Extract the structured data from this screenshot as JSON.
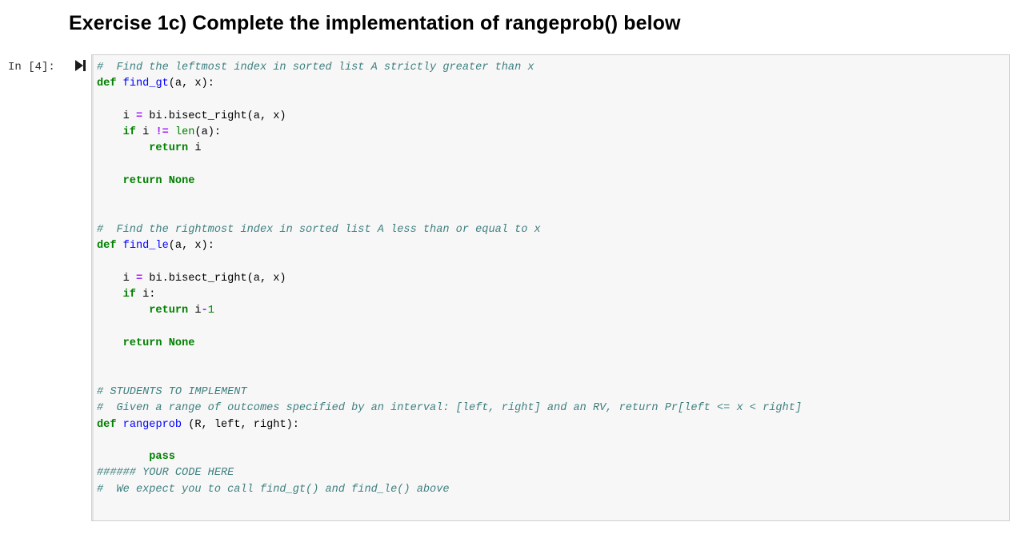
{
  "heading": {
    "text": "Exercise 1c) Complete the implementation of rangeprob() below"
  },
  "cell": {
    "prompt": "In [4]:",
    "run_icon": "step-forward-icon",
    "background": "#f7f7f7",
    "border_color": "#cfcfcf"
  },
  "colors": {
    "comment": "#408080",
    "keyword": "#008000",
    "function_name": "#0000ff",
    "operator": "#aa22ff",
    "number": "#008000",
    "text": "#000000",
    "heading": "#000000"
  },
  "code": {
    "language": "python",
    "raw": "#  Find the leftmost index in sorted list A strictly greater than x\ndef find_gt(a, x):\n\n    i = bi.bisect_right(a, x)\n    if i != len(a):\n        return i\n\n    return None\n\n\n#  Find the rightmost index in sorted list A less than or equal to x\ndef find_le(a, x):\n\n    i = bi.bisect_right(a, x)\n    if i:\n        return i-1\n\n    return None\n\n\n# STUDENTS TO IMPLEMENT\n#  Given a range of outcomes specified by an interval: [left, right] and an RV, return Pr[left <= x < right]\ndef rangeprob (R, left, right):\n\n        pass\n###### YOUR CODE HERE\n#  We expect you to call find_gt() and find_le() above",
    "lines": [
      {
        "tokens": [
          {
            "t": "#  Find the leftmost index in sorted list A strictly greater than x",
            "c": "comment"
          }
        ]
      },
      {
        "tokens": [
          {
            "t": "def",
            "c": "keyword"
          },
          {
            "t": " ",
            "c": "plain"
          },
          {
            "t": "find_gt",
            "c": "funcname"
          },
          {
            "t": "(a, x):",
            "c": "plain"
          }
        ]
      },
      {
        "tokens": []
      },
      {
        "tokens": [
          {
            "t": "    i ",
            "c": "plain"
          },
          {
            "t": "=",
            "c": "operator"
          },
          {
            "t": " bi.bisect_right(a, x)",
            "c": "plain"
          }
        ]
      },
      {
        "tokens": [
          {
            "t": "    ",
            "c": "plain"
          },
          {
            "t": "if",
            "c": "keyword"
          },
          {
            "t": " i ",
            "c": "plain"
          },
          {
            "t": "!=",
            "c": "operator"
          },
          {
            "t": " ",
            "c": "plain"
          },
          {
            "t": "len",
            "c": "builtin"
          },
          {
            "t": "(a):",
            "c": "plain"
          }
        ]
      },
      {
        "tokens": [
          {
            "t": "        ",
            "c": "plain"
          },
          {
            "t": "return",
            "c": "keyword"
          },
          {
            "t": " i",
            "c": "plain"
          }
        ]
      },
      {
        "tokens": []
      },
      {
        "tokens": [
          {
            "t": "    ",
            "c": "plain"
          },
          {
            "t": "return",
            "c": "keyword"
          },
          {
            "t": " ",
            "c": "plain"
          },
          {
            "t": "None",
            "c": "keyword"
          }
        ]
      },
      {
        "tokens": []
      },
      {
        "tokens": []
      },
      {
        "tokens": [
          {
            "t": "#  Find the rightmost index in sorted list A less than or equal to x",
            "c": "comment"
          }
        ]
      },
      {
        "tokens": [
          {
            "t": "def",
            "c": "keyword"
          },
          {
            "t": " ",
            "c": "plain"
          },
          {
            "t": "find_le",
            "c": "funcname"
          },
          {
            "t": "(a, x):",
            "c": "plain"
          }
        ]
      },
      {
        "tokens": []
      },
      {
        "tokens": [
          {
            "t": "    i ",
            "c": "plain"
          },
          {
            "t": "=",
            "c": "operator"
          },
          {
            "t": " bi.bisect_right(a, x)",
            "c": "plain"
          }
        ]
      },
      {
        "tokens": [
          {
            "t": "    ",
            "c": "plain"
          },
          {
            "t": "if",
            "c": "keyword"
          },
          {
            "t": " i:",
            "c": "plain"
          }
        ]
      },
      {
        "tokens": [
          {
            "t": "        ",
            "c": "plain"
          },
          {
            "t": "return",
            "c": "keyword"
          },
          {
            "t": " i",
            "c": "plain"
          },
          {
            "t": "-",
            "c": "operator"
          },
          {
            "t": "1",
            "c": "number"
          }
        ]
      },
      {
        "tokens": []
      },
      {
        "tokens": [
          {
            "t": "    ",
            "c": "plain"
          },
          {
            "t": "return",
            "c": "keyword"
          },
          {
            "t": " ",
            "c": "plain"
          },
          {
            "t": "None",
            "c": "keyword"
          }
        ]
      },
      {
        "tokens": []
      },
      {
        "tokens": []
      },
      {
        "tokens": [
          {
            "t": "# STUDENTS TO IMPLEMENT",
            "c": "comment"
          }
        ]
      },
      {
        "tokens": [
          {
            "t": "#  Given a range of outcomes specified by an interval: [left, right] and an RV, return Pr[left <= x < right]",
            "c": "comment"
          }
        ]
      },
      {
        "tokens": [
          {
            "t": "def",
            "c": "keyword"
          },
          {
            "t": " ",
            "c": "plain"
          },
          {
            "t": "rangeprob",
            "c": "funcname"
          },
          {
            "t": " (R, left, right):",
            "c": "plain"
          }
        ]
      },
      {
        "tokens": []
      },
      {
        "tokens": [
          {
            "t": "        ",
            "c": "plain"
          },
          {
            "t": "pass",
            "c": "keyword"
          }
        ]
      },
      {
        "tokens": [
          {
            "t": "###### YOUR CODE HERE",
            "c": "comment"
          }
        ]
      },
      {
        "tokens": [
          {
            "t": "#  We expect you to call find_gt() and find_le() above",
            "c": "comment"
          }
        ]
      }
    ]
  }
}
